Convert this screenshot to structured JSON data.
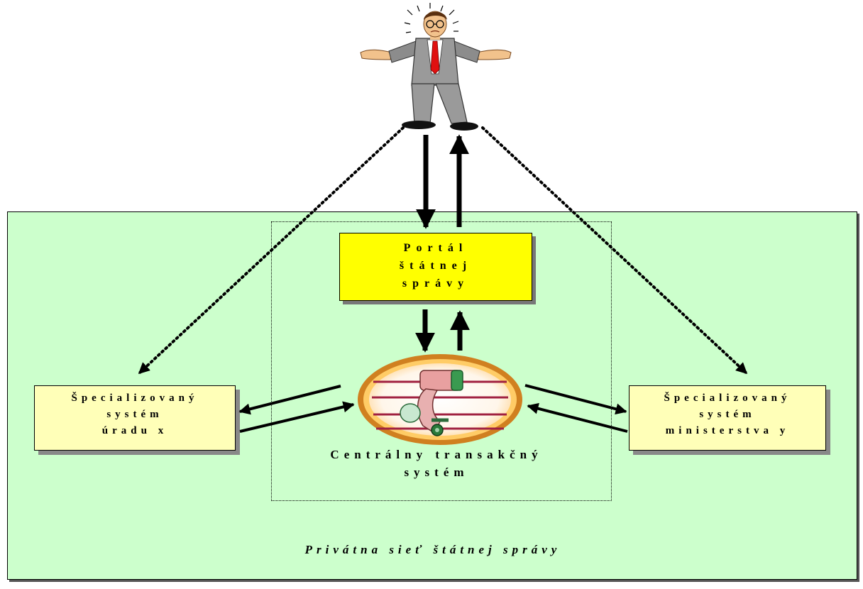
{
  "portal": {
    "lines": [
      "Portál",
      "štátnej",
      "správy"
    ]
  },
  "office_system": {
    "lines": [
      "Špecializovaný",
      "systém",
      "úradu x"
    ]
  },
  "ministry_system": {
    "lines": [
      "Špecializovaný",
      "systém",
      "ministerstva y"
    ]
  },
  "central_system": {
    "lines": [
      "Centrálny transakčný",
      "systém"
    ]
  },
  "network": {
    "label": "Privátna sieť štátnej správy"
  },
  "colors": {
    "network_bg": "#ccffcc",
    "portal_bg": "#ffff00",
    "system_bg": "#ffffb8",
    "oval_ring": "#f0a020"
  },
  "icons": {
    "citizen": "confused-man-icon",
    "transaction_engine": "machine-pulley-icon"
  }
}
